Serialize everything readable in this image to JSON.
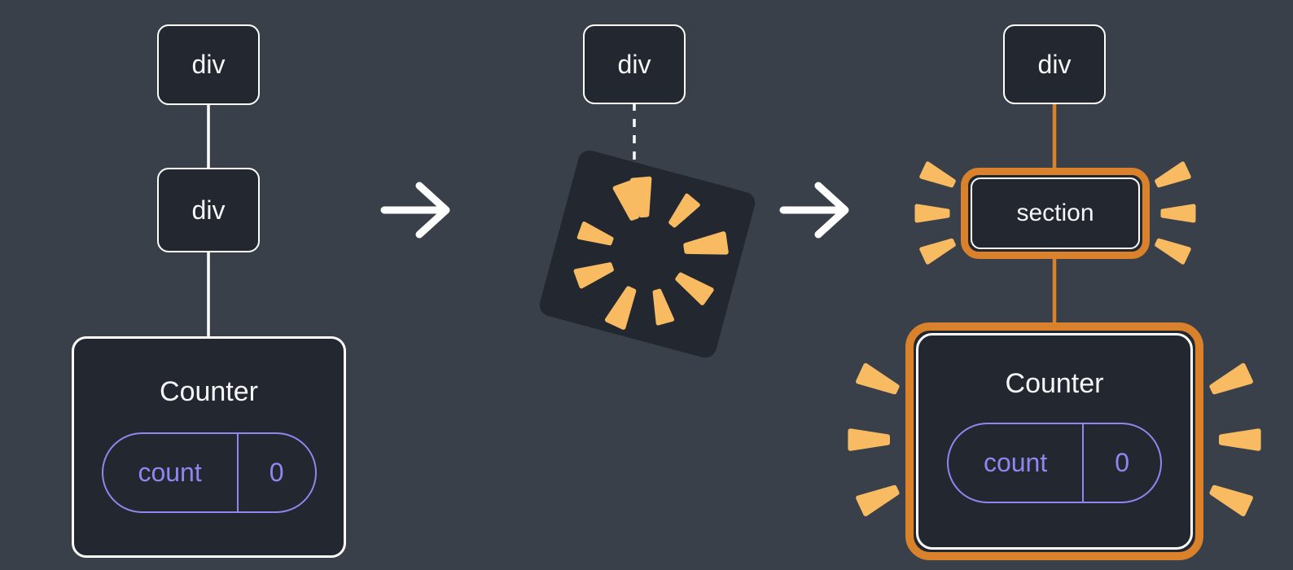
{
  "colors": {
    "canvas-bg": "#394049",
    "node-bg": "#23272f",
    "node-border": "#ffffff",
    "text": "#f6f7f9",
    "state-accent": "#8f86f0",
    "highlight": "#d9822b",
    "spark": "#f8bb62"
  },
  "panels": {
    "before": {
      "root": "div",
      "child": "div",
      "component": {
        "name": "Counter",
        "state": {
          "key": "count",
          "value": "0"
        }
      }
    },
    "transition": {
      "root": "div"
    },
    "after": {
      "root": "div",
      "inserted": "section",
      "component": {
        "name": "Counter",
        "state": {
          "key": "count",
          "value": "0"
        }
      }
    }
  }
}
